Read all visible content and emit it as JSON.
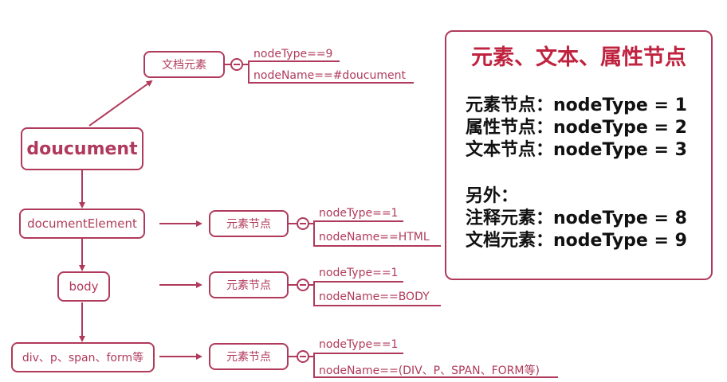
{
  "colors": {
    "accent": "#b03a5b",
    "title": "#c0233f",
    "text": "#111111"
  },
  "tree": {
    "root": "doucument",
    "doc_element": "文档元素",
    "doc_attrs": [
      "nodeType==9",
      "nodeName==#doucument"
    ],
    "levels": [
      {
        "node": "documentElement",
        "element": "元素节点",
        "attrs": [
          "nodeType==1",
          "nodeName==HTML"
        ]
      },
      {
        "node": "body",
        "element": "元素节点",
        "attrs": [
          "nodeType==1",
          "nodeName==BODY"
        ]
      },
      {
        "node": "div、p、span、form等",
        "element": "元素节点",
        "attrs": [
          "nodeType==1",
          "nodeName==(DIV、P、SPAN、FORM等)"
        ]
      }
    ]
  },
  "panel": {
    "title": "元素、文本、属性节点",
    "lines": [
      "元素节点：nodeType = 1",
      "属性节点：nodeType = 2",
      "文本节点：nodeType = 3",
      "另外：",
      "注释元素：nodeType = 8",
      "文档元素：nodeType = 9"
    ]
  }
}
